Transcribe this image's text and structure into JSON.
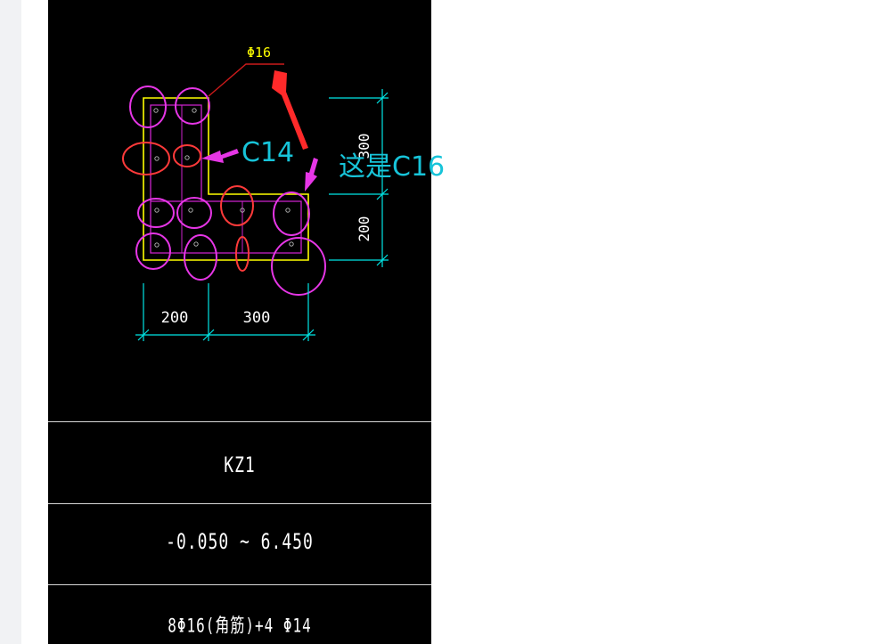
{
  "drawing": {
    "rebar_callout": "Φ16",
    "dim_left_bottom": "200",
    "dim_left_right": "300",
    "dim_right_upper": "300",
    "dim_right_lower": "200"
  },
  "annotations": {
    "c14_label": "C14",
    "c16_label": "这是C16"
  },
  "table": {
    "column_name": "KZ1",
    "elevation": "-0.050 ~ 6.450",
    "reinforcement": "8Φ16(角筋)+4 Φ14"
  },
  "colors": {
    "background": "#000000",
    "outline": "#ffff00",
    "stirrup": "#ff00ff",
    "dimension": "#00ffff",
    "highlight_red": "#ff3a3a",
    "highlight_magenta": "#e636e6",
    "arrow_red": "#ff2a2a",
    "annotation_text": "#17c4d9"
  }
}
